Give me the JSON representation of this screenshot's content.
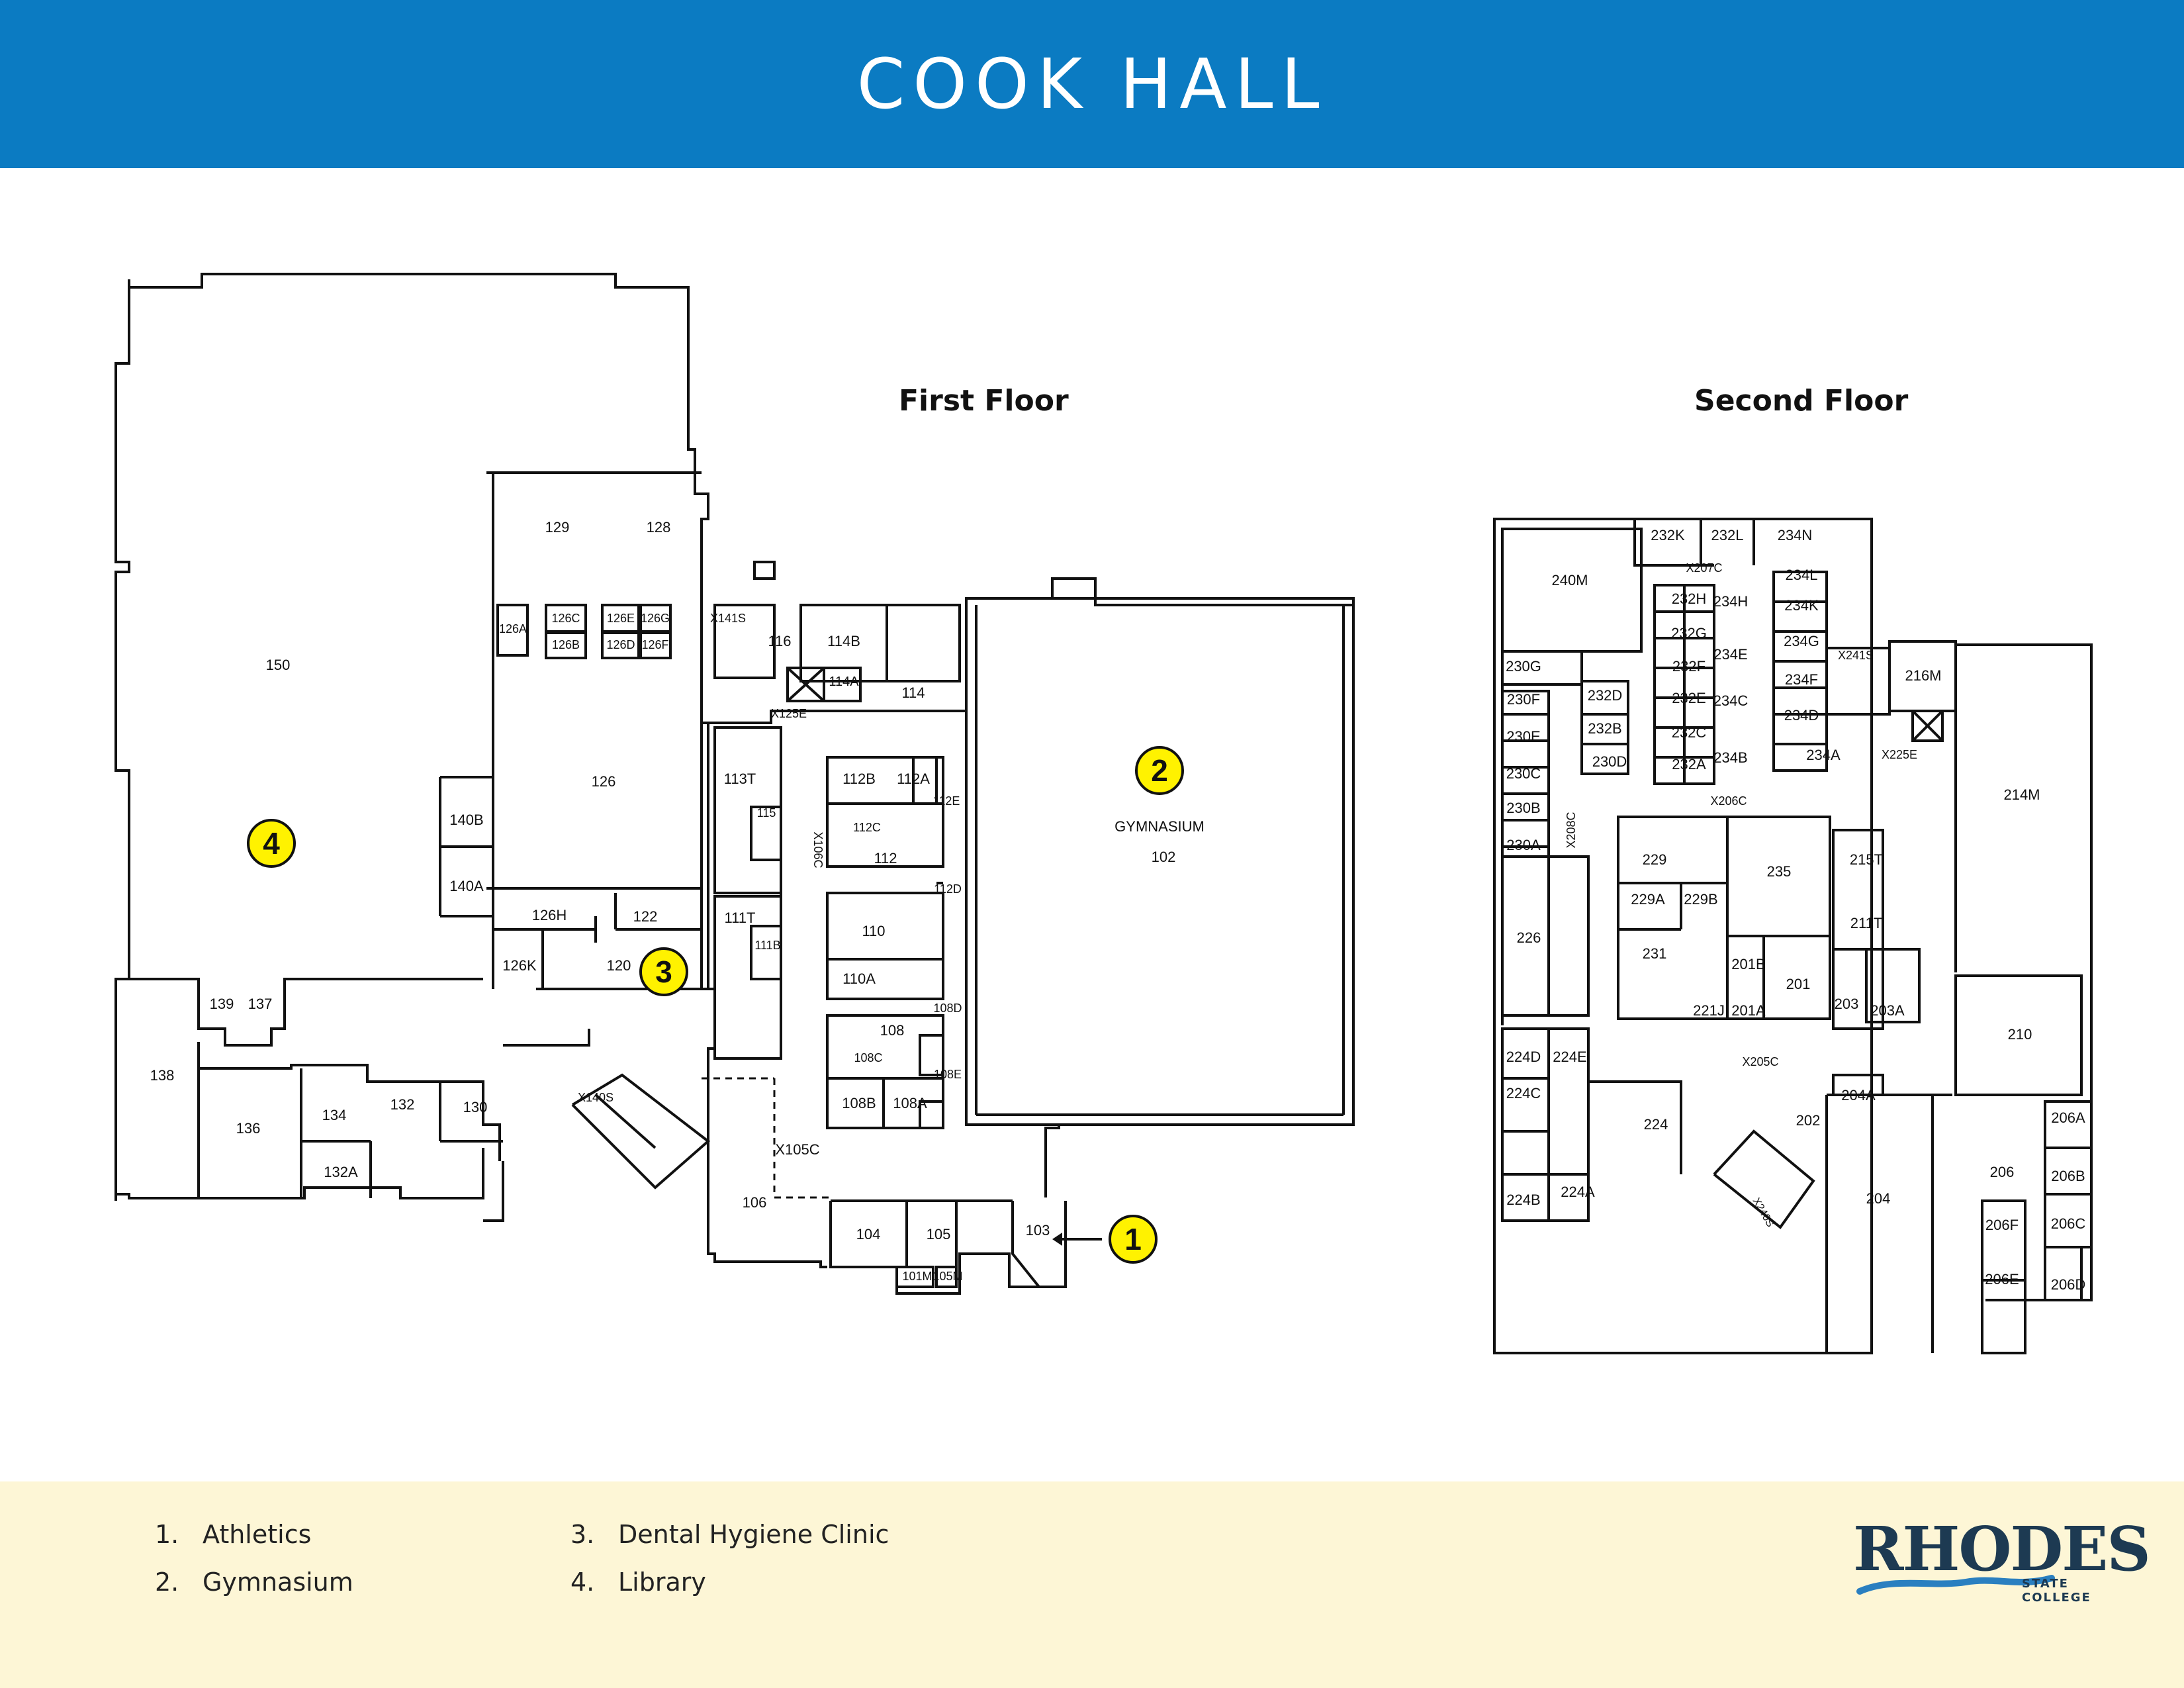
{
  "header": {
    "title": "COOK HALL"
  },
  "floors": {
    "first": "First Floor",
    "second": "Second Floor"
  },
  "first_floor_rooms": [
    "150",
    "129",
    "128",
    "126A",
    "126C",
    "126B",
    "126E",
    "126G",
    "126D",
    "126F",
    "126",
    "140B",
    "140A",
    "126H",
    "122",
    "126K",
    "120",
    "X141S",
    "116",
    "114B",
    "114A",
    "114",
    "X125E",
    "113T",
    "115",
    "112B",
    "112A",
    "112E",
    "X106C",
    "112C",
    "112",
    "111T",
    "111B",
    "112D",
    "110",
    "110A",
    "108D",
    "108",
    "108C",
    "108E",
    "108B",
    "108A",
    "GYMNASIUM",
    "102",
    "139",
    "137",
    "138",
    "134",
    "132",
    "130",
    "136",
    "132A",
    "X140S",
    "X105C",
    "106",
    "104",
    "105",
    "103",
    "101M",
    "105M"
  ],
  "second_floor_rooms": [
    "240M",
    "232K",
    "232L",
    "234N",
    "X207C",
    "234L",
    "232H",
    "234H",
    "234K",
    "232G",
    "234E",
    "234G",
    "232F",
    "230G",
    "232D",
    "232E",
    "234C",
    "234F",
    "X241S",
    "216M",
    "230F",
    "232B",
    "232C",
    "234D",
    "230E",
    "230D",
    "232A",
    "234B",
    "234A",
    "X225E",
    "230C",
    "X208C",
    "230B",
    "X206C",
    "214M",
    "230A",
    "229",
    "235",
    "215T",
    "229A",
    "229B",
    "226",
    "231",
    "211T",
    "201B",
    "201",
    "203",
    "221J",
    "201A",
    "203A",
    "210",
    "X205C",
    "224D",
    "224E",
    "224C",
    "204A",
    "224",
    "202",
    "206A",
    "224B",
    "224A",
    "206",
    "206B",
    "204",
    "X240S",
    "206F",
    "206C",
    "206E",
    "206D"
  ],
  "markers": [
    {
      "num": "1",
      "color": "#fff200"
    },
    {
      "num": "2",
      "color": "#fff200"
    },
    {
      "num": "3",
      "color": "#fff200"
    },
    {
      "num": "4",
      "color": "#fff200"
    }
  ],
  "legend": [
    {
      "num": "1.",
      "label": "Athletics"
    },
    {
      "num": "2.",
      "label": "Gymnasium"
    },
    {
      "num": "3.",
      "label": "Dental Hygiene Clinic"
    },
    {
      "num": "4.",
      "label": "Library"
    }
  ],
  "logo": {
    "name": "RHODES",
    "sub": "STATE COLLEGE"
  },
  "colors": {
    "header": "#0b7bc2",
    "footer": "#fdf6d6",
    "marker": "#fff200",
    "logo": "#1d3a52",
    "logo_wave": "#2a7fc0"
  }
}
